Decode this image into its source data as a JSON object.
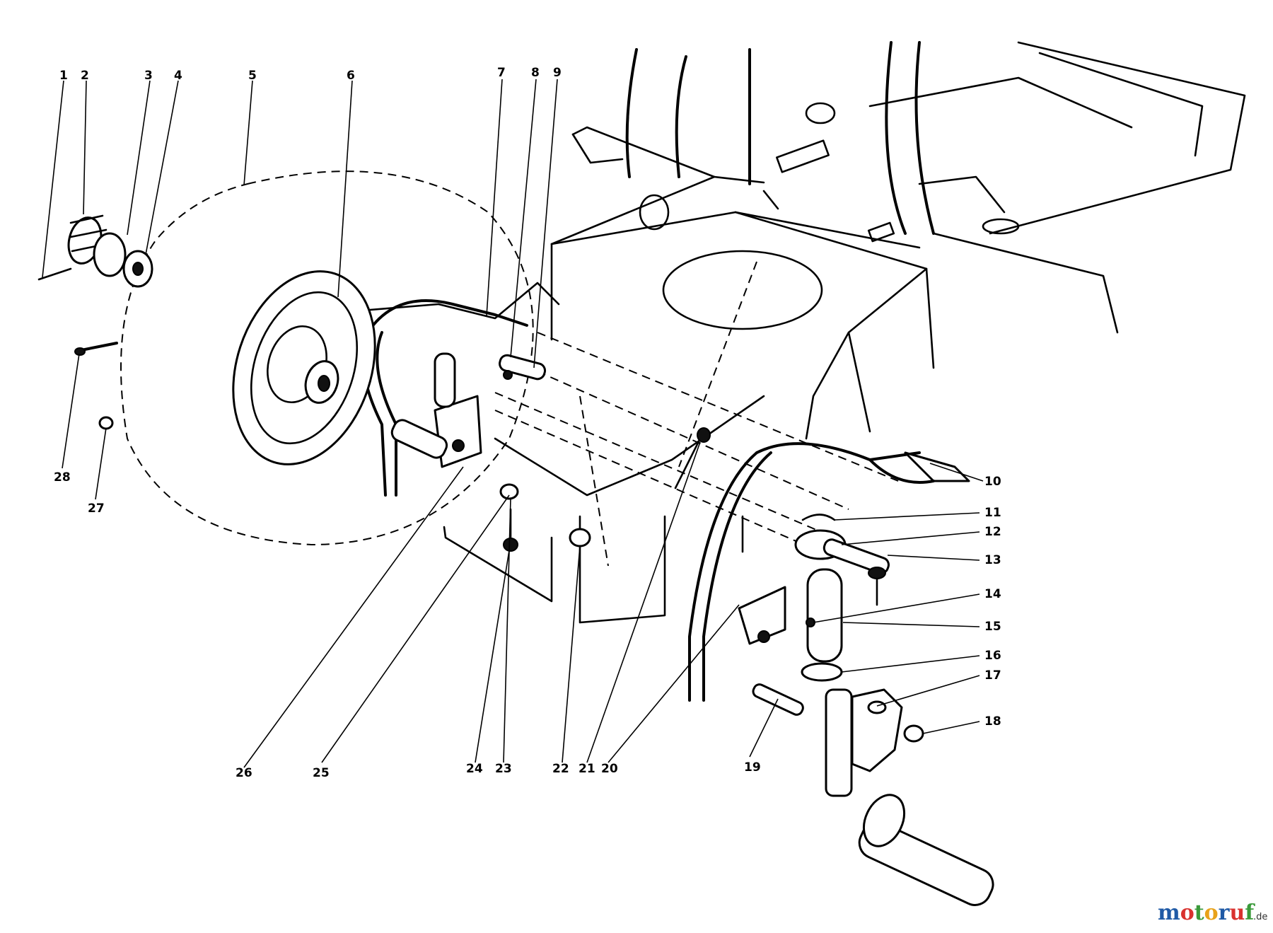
{
  "diagram": {
    "callouts": [
      "1",
      "2",
      "3",
      "4",
      "5",
      "6",
      "7",
      "8",
      "9",
      "10",
      "11",
      "12",
      "13",
      "14",
      "15",
      "16",
      "17",
      "18",
      "19",
      "20",
      "21",
      "22",
      "23",
      "24",
      "25",
      "26",
      "27",
      "28"
    ]
  },
  "watermark": {
    "brand": "motoruf",
    "tld": ".de",
    "colors": {
      "m": "#1f5aa6",
      "o1": "#d9322f",
      "t": "#3a9a3a",
      "o2": "#e8a21a",
      "r": "#1f5aa6",
      "u": "#d9322f",
      "f": "#3a9a3a",
      "tld": "#333333"
    }
  }
}
